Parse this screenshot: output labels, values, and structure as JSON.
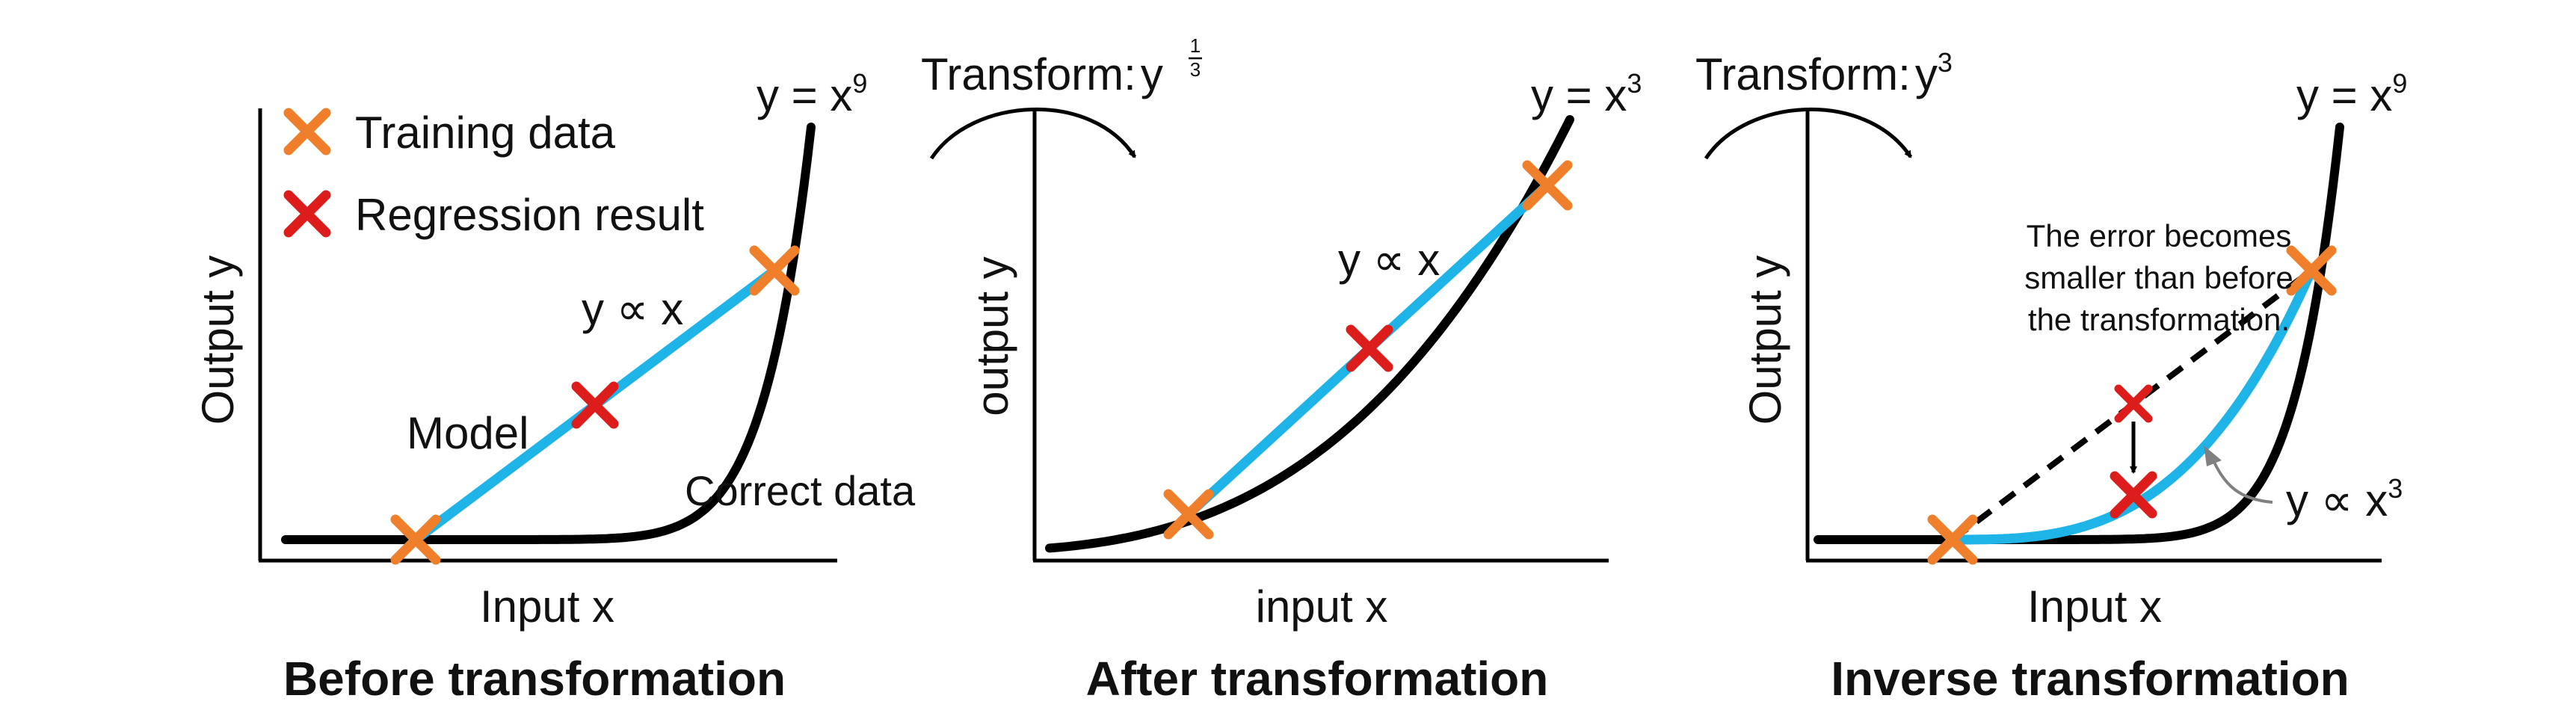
{
  "colors": {
    "ink": "#000000",
    "model": "#1EB4E8",
    "training": "#EF7F2A",
    "regression": "#DD1C1C",
    "note_arrow": "#808080"
  },
  "legend": {
    "training_label": "Training data",
    "regression_label": "Regression result"
  },
  "panels": [
    {
      "caption": "Before transformation",
      "x_axis_label": "Input x",
      "y_axis_label": "Output y",
      "curve_label_base": "y = x",
      "curve_label_exp": "9",
      "model_relation": "y ∝ x",
      "model_label": "Model",
      "correct_label": "Correct data"
    },
    {
      "caption": "After transformation",
      "x_axis_label": "input x",
      "y_axis_label": "output y",
      "curve_label_base": "y = x",
      "curve_label_exp": "3",
      "model_relation": "y ∝ x",
      "transform_label": "Transform:",
      "transform_base": "y",
      "transform_exp_num": "1",
      "transform_exp_den": "3"
    },
    {
      "caption": "Inverse transformation",
      "x_axis_label": "Input x",
      "y_axis_label": "Output y",
      "curve_label_base": "y = x",
      "curve_label_exp": "9",
      "model_relation_base": "y ∝ x",
      "model_relation_exp": "3",
      "transform_label": "Transform:",
      "transform_base": "y",
      "transform_exp": "3",
      "note_lines": [
        "The error becomes",
        "smaller than before",
        "the transformation."
      ]
    }
  ]
}
